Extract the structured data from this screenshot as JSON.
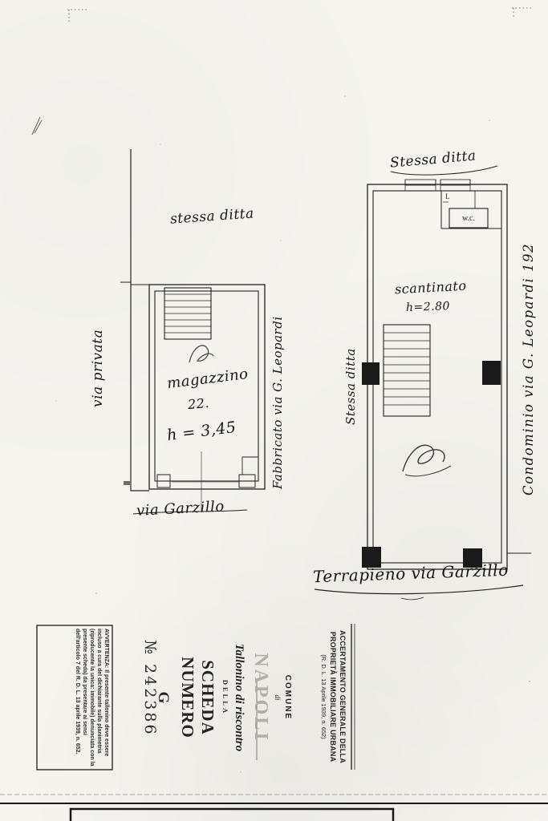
{
  "page": {
    "paper_color": "#f5f4ef",
    "ink_color": "#1f1f1f",
    "stamp_faded_color": "#b3afa4"
  },
  "left_plan": {
    "district_label": "stessa ditta",
    "street_left": "via privata",
    "building_label": "Fabbricato via G. Leopardi",
    "room_name": "magazzino",
    "parcel_number": "22.",
    "height_note": "h = 3,45",
    "street_bottom": "via Garzillo"
  },
  "right_plan": {
    "top_label": "Stessa ditta",
    "side_label": "Stessa ditta",
    "room_name": "scantinato",
    "height_note": "h=2.80",
    "wc_label": "w.c.",
    "fixture_label": "L",
    "right_label": "Condominio via G. Leopardi 192",
    "bottom_label": "Terrapieno via Garzillo"
  },
  "stamp": {
    "avvertenza": "AVVERTENZA: Il presente tallonino deve essere incluso a cura del dichiarante sulla planimetria (riproducente la unica: immobile) denunciata con la presente scheda) da presentare ai sensi dell'articolo 7 del R. D. L. 13 aprile 1939, n. 652.",
    "numero": "№ 242386",
    "tallonino": "Tallonino di riscontro",
    "della": "DELLA",
    "scheda_numero": "SCHEDA NUMERO",
    "scheda_letter": "G",
    "comune": "COMUNE",
    "di": "di",
    "city": "NAPOLI",
    "accertamento_line1": "ACCERTAMENTO GENERALE DELLA",
    "accertamento_line2": "PROPRIETÀ IMMOBILIARE URBANA",
    "accertamento_line3": "(R. D. L. 13 Aprile 1939, n. 652)"
  }
}
